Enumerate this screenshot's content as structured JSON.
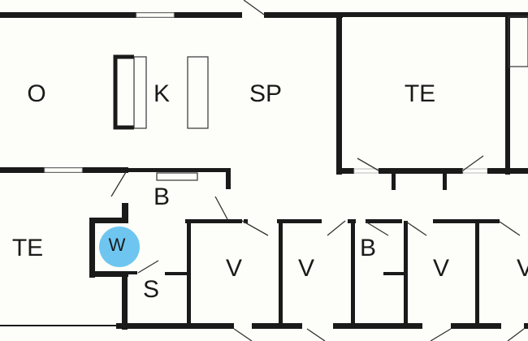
{
  "colors": {
    "background": "#fdfdf9",
    "wall": "#1a1a1a",
    "highlight": "#6ec6f0"
  },
  "rooms": [
    {
      "id": "o",
      "label": "O"
    },
    {
      "id": "k",
      "label": "K"
    },
    {
      "id": "sp",
      "label": "SP"
    },
    {
      "id": "te1",
      "label": "TE"
    },
    {
      "id": "b1",
      "label": "B"
    },
    {
      "id": "te2",
      "label": "TE"
    },
    {
      "id": "w",
      "label": "W"
    },
    {
      "id": "s",
      "label": "S"
    },
    {
      "id": "v1",
      "label": "V"
    },
    {
      "id": "v2",
      "label": "V"
    },
    {
      "id": "b2",
      "label": "B"
    },
    {
      "id": "v3",
      "label": "V"
    },
    {
      "id": "v4",
      "label": "V"
    }
  ]
}
